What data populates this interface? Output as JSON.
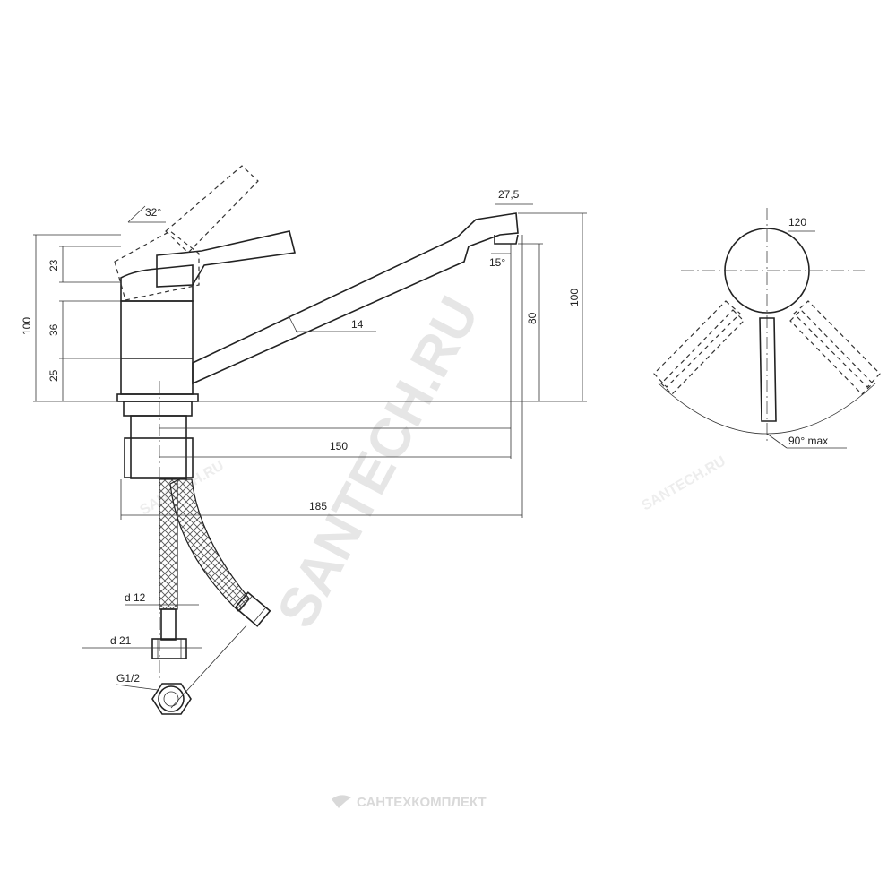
{
  "watermark": {
    "main": "SANTECH.RU",
    "small_left": "SANTECH.RU",
    "small_right": "SANTECH.RU",
    "brand": "САНТЕХКОМПЛЕКТ"
  },
  "dimensions": {
    "lever_angle": "32°",
    "spout_tip": "27,5",
    "spout_angle": "15°",
    "handle_height": "23",
    "body_height": "36",
    "base_height": "25",
    "total_height_left": "100",
    "spout_thickness": "14",
    "outlet_height": "80",
    "total_height_right": "100",
    "reach": "150",
    "overall_length": "185",
    "hose_diameter": "d 12",
    "nut_diameter": "d 21",
    "thread": "G1/2",
    "top_view_diameter": "120",
    "rotation": "90° max"
  },
  "colors": {
    "line": "#222222",
    "watermark": "#e6e6e6"
  }
}
